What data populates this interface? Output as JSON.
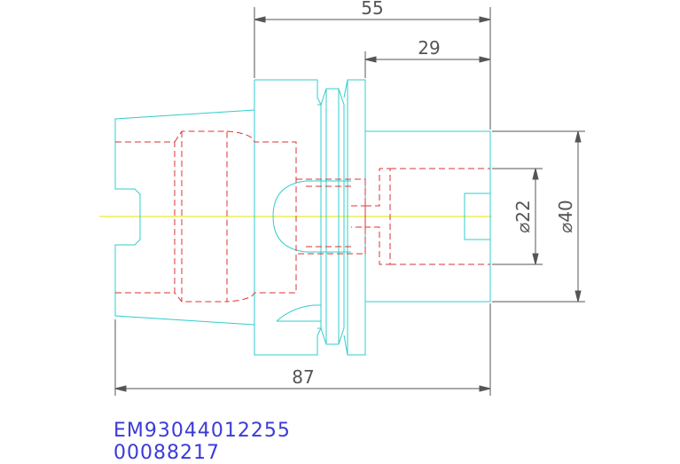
{
  "dimensions": {
    "top_length": "55",
    "top_partial": "29",
    "bottom_length": "87",
    "inner_diameter": "⌀22",
    "outer_diameter": "⌀40"
  },
  "part_numbers": {
    "line1": "EM93044012255",
    "line2": "00088217"
  },
  "colors": {
    "outline": "#33cccc",
    "hidden": "#dd3333",
    "centerline": "#e6e600",
    "dimension": "#555555",
    "text": "#3b3bd6"
  }
}
